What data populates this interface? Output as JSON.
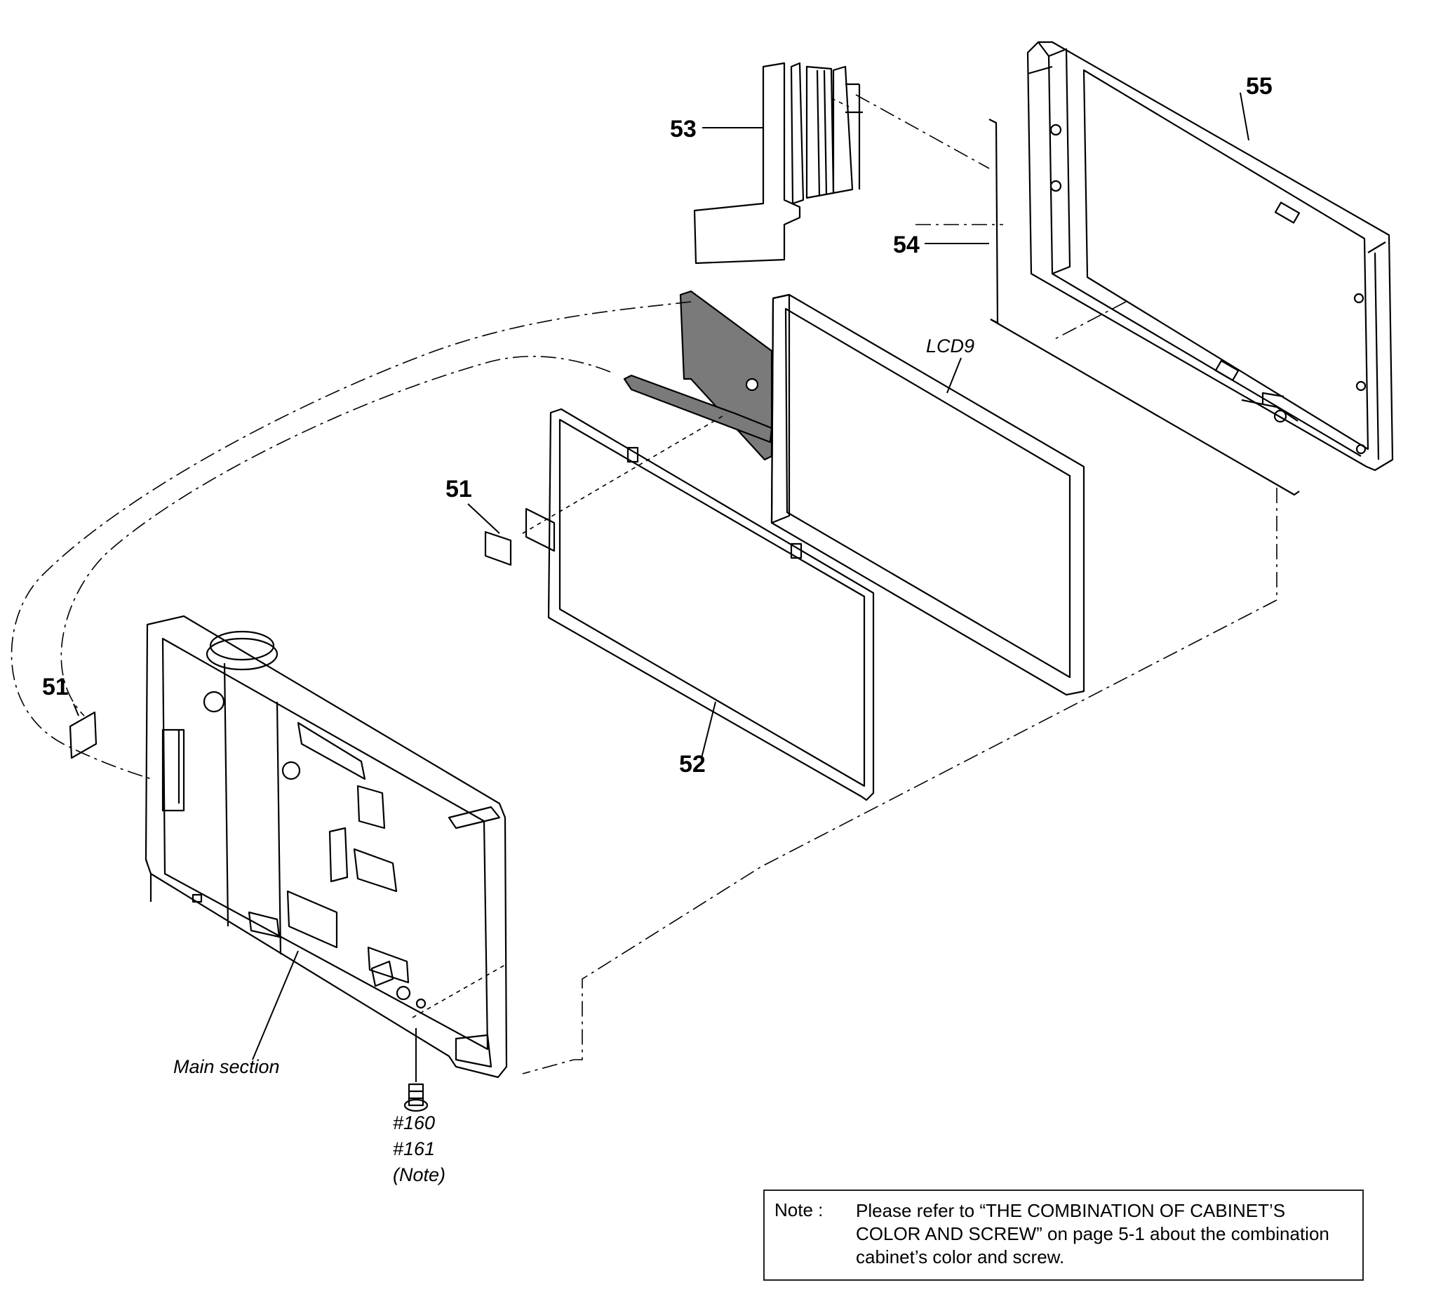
{
  "labels": {
    "p51_top": "51",
    "p51_left": "51",
    "p52": "52",
    "p53": "53",
    "p54": "54",
    "p55": "55",
    "lcd": "LCD9",
    "main_section": "Main section",
    "screw_160": "#160",
    "screw_161": "#161",
    "screw_note": "(Note)"
  },
  "note": {
    "label": "Note :",
    "text": "Please refer to “THE COMBINATION OF CABINET’S COLOR AND SCREW” on page 5-1 about the combination cabinet’s color and screw."
  },
  "colors": {
    "line": "#000000",
    "background": "#ffffff",
    "flex_fill": "#7a7a7a"
  }
}
